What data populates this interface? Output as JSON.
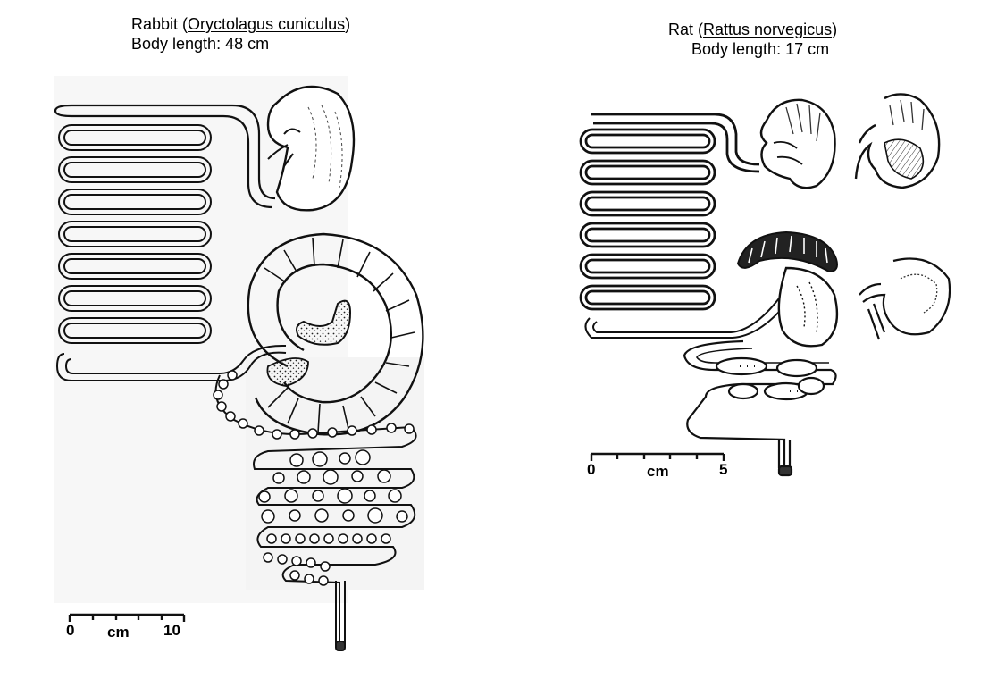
{
  "rabbit": {
    "common_name": "Rabbit",
    "scientific_name": "Oryctolagus cuniculus",
    "body_length": "Body length: 48 cm",
    "scale": {
      "start": "0",
      "unit": "cm",
      "end": "10"
    }
  },
  "rat": {
    "common_name": "Rat",
    "scientific_name": "Rattus norvegicus",
    "body_length": "Body length: 17 cm",
    "scale": {
      "start": "0",
      "unit": "cm",
      "end": "5"
    }
  }
}
